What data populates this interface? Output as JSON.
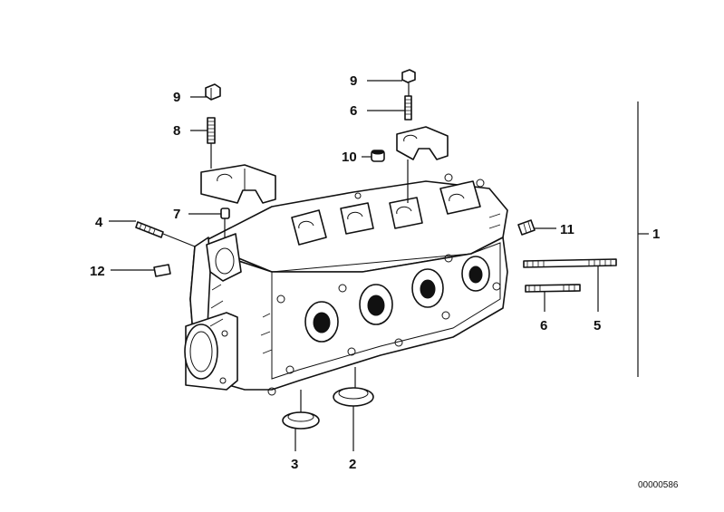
{
  "diagram": {
    "callouts": {
      "c1": "1",
      "c2": "2",
      "c3": "3",
      "c4": "4",
      "c5": "5",
      "c6a": "6",
      "c6b": "6",
      "c7": "7",
      "c8": "8",
      "c9a": "9",
      "c9b": "9",
      "c10": "10",
      "c11": "11",
      "c12": "12"
    },
    "doc_id": "00000586"
  }
}
